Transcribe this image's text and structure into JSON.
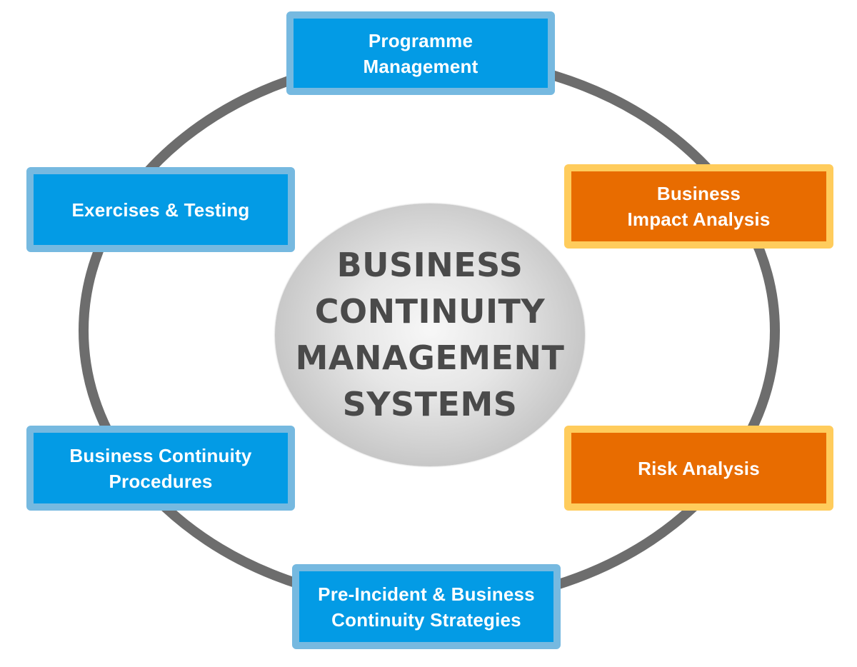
{
  "colors": {
    "ring": "#6d6d6d",
    "blue_fill": "#039be5",
    "blue_border": "#76b9e0",
    "orange_fill": "#e86c00",
    "orange_border": "#ffcc5c",
    "center_text": "#4a4a4a"
  },
  "center": {
    "label": "BUSINESS\nCONTINUITY\nMANAGEMENT\nSYSTEMS"
  },
  "nodes": {
    "programme_management": "Programme\nManagement",
    "business_impact_analysis": "Business\nImpact Analysis",
    "risk_analysis": "Risk Analysis",
    "strategies": "Pre-Incident & Business\nContinuity Strategies",
    "procedures": "Business Continuity\nProcedures",
    "exercises_testing": "Exercises & Testing"
  }
}
